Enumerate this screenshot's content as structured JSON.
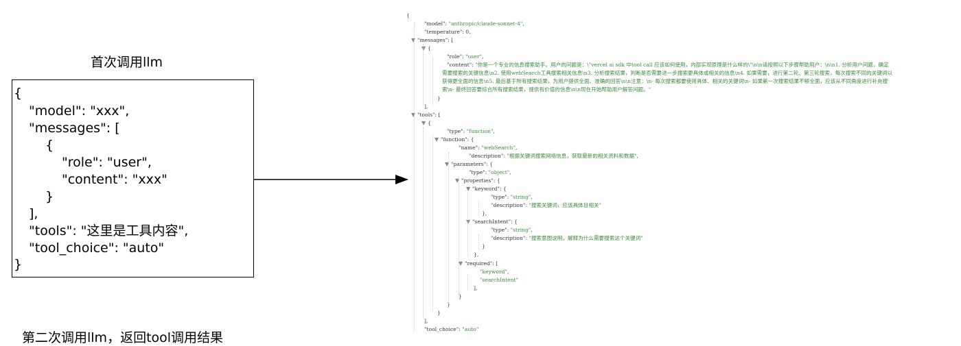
{
  "left_panel": {
    "title": "首次调用llm",
    "box_lines": [
      "{",
      "\"model\": \"xxx\",",
      "\"messages\": [",
      "{",
      "\"role\": \"user\",",
      "\"content\": \"xxx\"",
      "}",
      "],",
      "\"tools\": \"这里是工具内容\",",
      "\"tool_choice\": \"auto\"",
      "}"
    ],
    "bottom_cut_text": "第二次调用llm，返回tool调用结果"
  },
  "json_view": {
    "lines": [
      {
        "tri": "▼",
        "parts": [
          [
            "p",
            "{"
          ]
        ]
      },
      {
        "parts": [
          [
            "k",
            "\"model\""
          ],
          [
            "p",
            ": "
          ],
          [
            "s",
            "\"anthropic/claude-sonnet-4\""
          ],
          [
            "p",
            ","
          ]
        ]
      },
      {
        "parts": [
          [
            "k",
            "\"temperature\""
          ],
          [
            "p",
            ": "
          ],
          [
            "n",
            "0"
          ],
          [
            "p",
            ","
          ]
        ]
      },
      {
        "tri": "▼",
        "parts": [
          [
            "k",
            "\"messages\""
          ],
          [
            "p",
            ": ["
          ]
        ]
      },
      {
        "tri": "▼",
        "parts": [
          [
            "p",
            "{"
          ]
        ]
      },
      {
        "parts": [
          [
            "k",
            "\"role\""
          ],
          [
            "p",
            ": "
          ],
          [
            "s",
            "\"user\""
          ],
          [
            "p",
            ","
          ]
        ]
      },
      {
        "parts": [
          [
            "k",
            "\"content\""
          ],
          [
            "p",
            ": "
          ],
          [
            "s",
            "\"你是一个专业的信息搜索助手。用户的问题是：\\\"vercel ai sdk 中tool call 应该如何使用，内部实现原理是什么样的\\\"\\n\\n请按照以下步骤帮助用户：\\n\\n1. 分析用户问题，确定"
          ]
        ]
      },
      {
        "parts": [
          [
            "s",
            "需要搜索的关键信息\\n2. 使用webSearch工具搜索相关信息\\n3. 分析搜索结果，判断是否需要进一步搜索更具体或相关的信息\\n4. 如果需要，进行第二轮、第三轮搜索，每次搜索不同的关键词以"
          ]
        ]
      },
      {
        "parts": [
          [
            "s",
            "获得更全面的信息\\n5. 最后基于所有搜索结果，为用户提供全面、准确的回答\\n\\n注意：\\n- 每次搜索都要使用具体、相关的关键词\\n- 如果第一次搜索结果不够全面，应该从不同角度进行补充搜"
          ]
        ]
      },
      {
        "parts": [
          [
            "s",
            "索\\n- 最终回答要综合所有搜索结果，提供有价值的信息\\n\\n现在开始帮助用户解答问题。\""
          ]
        ]
      },
      {
        "parts": [
          [
            "p",
            "}"
          ]
        ]
      },
      {
        "parts": [
          [
            "p",
            "],"
          ]
        ]
      },
      {
        "tri": "▼",
        "parts": [
          [
            "k",
            "\"tools\""
          ],
          [
            "p",
            ": ["
          ]
        ]
      },
      {
        "tri": "▼",
        "parts": [
          [
            "p",
            "{"
          ]
        ]
      },
      {
        "parts": [
          [
            "k",
            "\"type\""
          ],
          [
            "p",
            ": "
          ],
          [
            "s",
            "\"function\""
          ],
          [
            "p",
            ","
          ]
        ]
      },
      {
        "tri": "▼",
        "parts": [
          [
            "k",
            "\"function\""
          ],
          [
            "p",
            ": {"
          ]
        ]
      },
      {
        "parts": [
          [
            "k",
            "\"name\""
          ],
          [
            "p",
            ": "
          ],
          [
            "s",
            "\"webSearch\""
          ],
          [
            "p",
            ","
          ]
        ]
      },
      {
        "parts": [
          [
            "k",
            "\"description\""
          ],
          [
            "p",
            ": "
          ],
          [
            "s",
            "\"根据关键词搜索网络信息，获取最新的相关资料和数据\""
          ],
          [
            "p",
            ","
          ]
        ]
      },
      {
        "tri": "▼",
        "parts": [
          [
            "k",
            "\"parameters\""
          ],
          [
            "p",
            ": {"
          ]
        ]
      },
      {
        "parts": [
          [
            "k",
            "\"type\""
          ],
          [
            "p",
            ": "
          ],
          [
            "s",
            "\"object\""
          ],
          [
            "p",
            ","
          ]
        ]
      },
      {
        "tri": "▼",
        "parts": [
          [
            "k",
            "\"properties\""
          ],
          [
            "p",
            ": {"
          ]
        ]
      },
      {
        "tri": "▼",
        "parts": [
          [
            "k",
            "\"keyword\""
          ],
          [
            "p",
            ": {"
          ]
        ]
      },
      {
        "parts": [
          [
            "k",
            "\"type\""
          ],
          [
            "p",
            ": "
          ],
          [
            "s",
            "\"string\""
          ],
          [
            "p",
            ","
          ]
        ]
      },
      {
        "parts": [
          [
            "k",
            "\"description\""
          ],
          [
            "p",
            ": "
          ],
          [
            "s",
            "\"搜索关键词，应该具体且相关\""
          ]
        ]
      },
      {
        "parts": [
          [
            "p",
            "},"
          ]
        ]
      },
      {
        "tri": "▼",
        "parts": [
          [
            "k",
            "\"searchIntent\""
          ],
          [
            "p",
            ": {"
          ]
        ]
      },
      {
        "parts": [
          [
            "k",
            "\"type\""
          ],
          [
            "p",
            ": "
          ],
          [
            "s",
            "\"string\""
          ],
          [
            "p",
            ","
          ]
        ]
      },
      {
        "parts": [
          [
            "k",
            "\"description\""
          ],
          [
            "p",
            ": "
          ],
          [
            "s",
            "\"搜索意图说明，解释为什么需要搜索这个关键词\""
          ]
        ]
      },
      {
        "parts": [
          [
            "p",
            "}"
          ]
        ]
      },
      {
        "parts": [
          [
            "p",
            "},"
          ]
        ]
      },
      {
        "tri": "▼",
        "parts": [
          [
            "k",
            "\"required\""
          ],
          [
            "p",
            ": ["
          ]
        ]
      },
      {
        "parts": [
          [
            "s",
            "\"keyword\""
          ],
          [
            "p",
            ","
          ]
        ]
      },
      {
        "parts": [
          [
            "s",
            "\"searchIntent\""
          ]
        ]
      },
      {
        "parts": [
          [
            "p",
            "],"
          ]
        ]
      },
      {
        "parts": [
          [
            "p",
            "}"
          ]
        ]
      },
      {
        "parts": [
          [
            "p",
            "}"
          ]
        ]
      },
      {
        "parts": [
          [
            "p",
            "}"
          ]
        ]
      },
      {
        "parts": [
          [
            "p",
            "],"
          ]
        ]
      },
      {
        "parts": [
          [
            "k",
            "\"tool_choice\""
          ],
          [
            "p",
            ": "
          ],
          [
            "s",
            "\"auto\""
          ]
        ]
      }
    ]
  }
}
